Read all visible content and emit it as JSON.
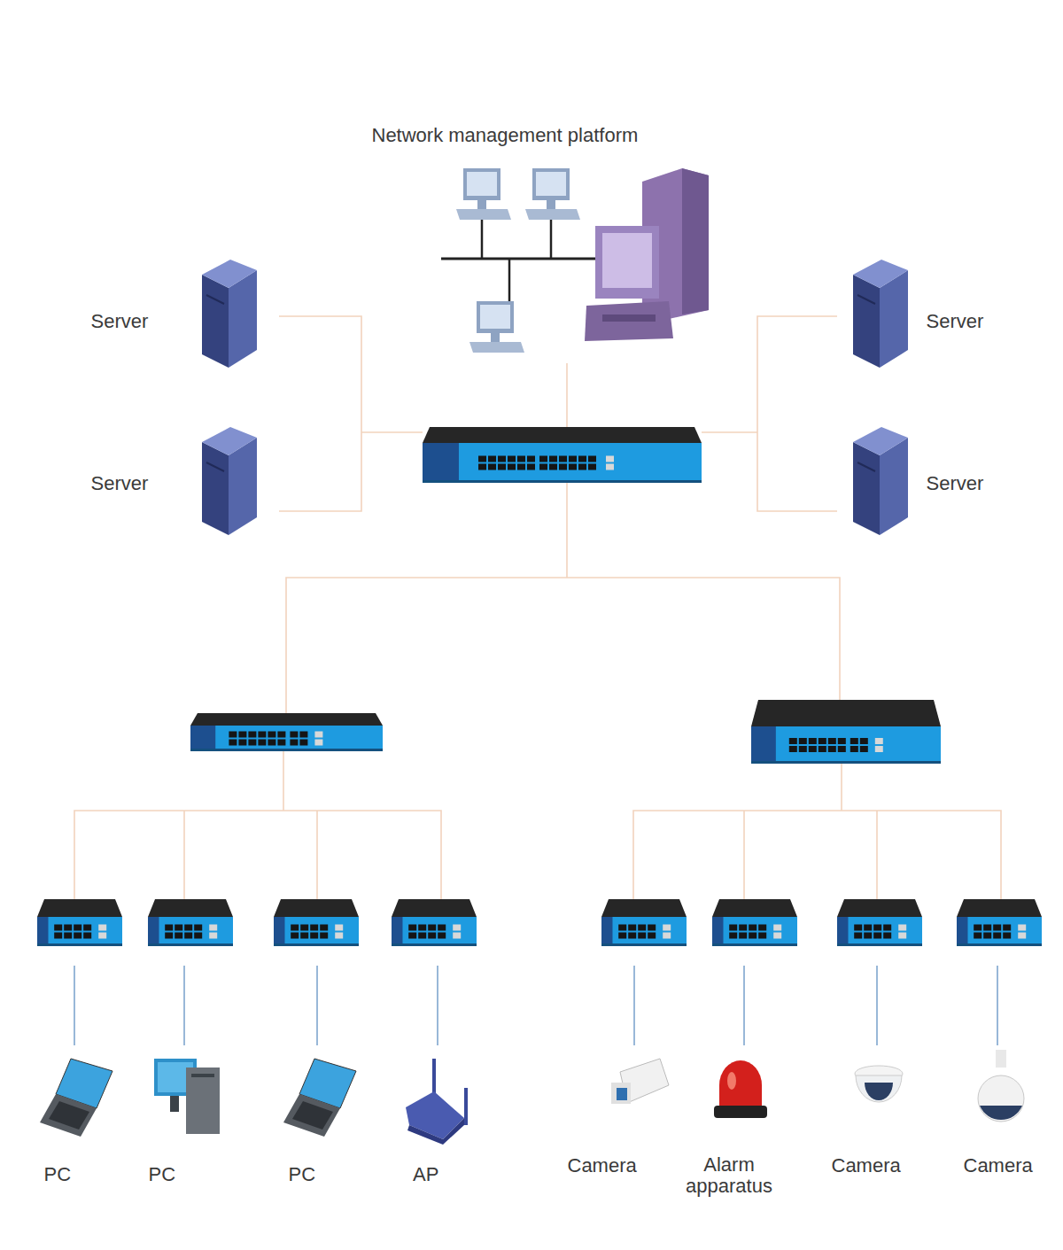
{
  "diagram": {
    "nodes": [
      {
        "text": [
          "Network management platform"
        ]
      },
      {
        "text": [
          "Server"
        ]
      },
      {
        "text": [
          "Server"
        ]
      },
      {
        "text": [
          "Server"
        ]
      },
      {
        "text": [
          "Server"
        ]
      },
      {
        "text": [
          "PC"
        ]
      },
      {
        "text": [
          "PC"
        ]
      },
      {
        "text": [
          "PC"
        ]
      },
      {
        "text": [
          "AP"
        ]
      },
      {
        "text": [
          "Camera"
        ]
      },
      {
        "text": [
          "Alarm apparatus"
        ]
      },
      {
        "text": [
          "Camera"
        ]
      },
      {
        "text": [
          "Camera"
        ]
      }
    ]
  }
}
